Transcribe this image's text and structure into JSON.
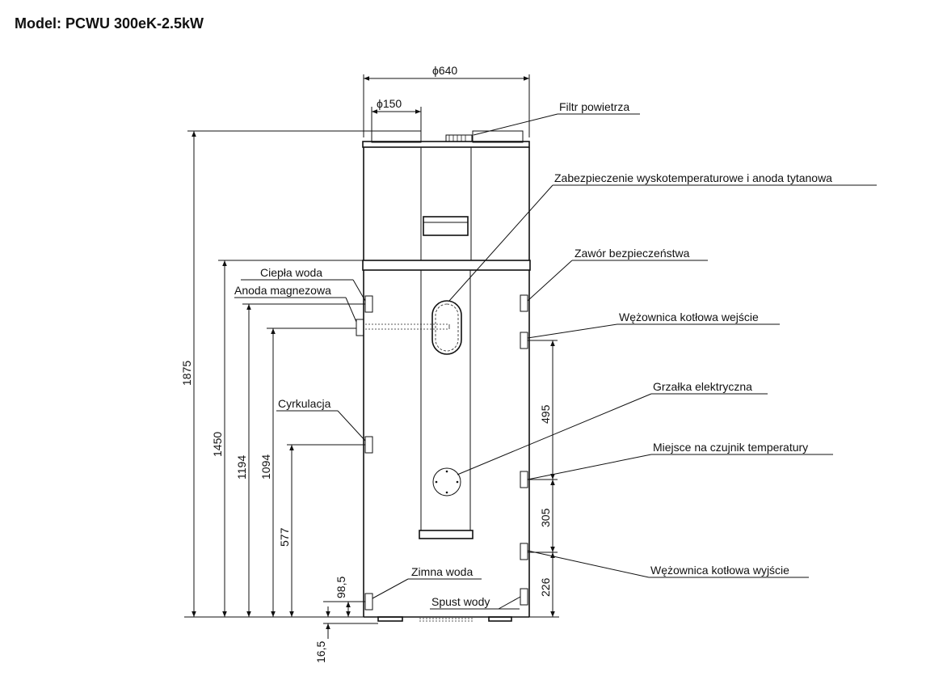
{
  "title": "Model: PCWU 300eK-2.5kW",
  "dimensions": {
    "d640": "ϕ640",
    "d150": "ϕ150",
    "h1875": "1875",
    "h1450": "1450",
    "h1194": "1194",
    "h1094": "1094",
    "h577": "577",
    "h98_5": "98,5",
    "h16_5": "16,5",
    "v495": "495",
    "v305": "305",
    "v226": "226"
  },
  "labels": {
    "air_filter": "Filtr powietrza",
    "high_temp_protection": "Zabezpieczenie wyskotemperaturowe i anoda tytanowa",
    "safety_valve": "Zawór bezpieczeństwa",
    "hot_water": "Ciepła woda",
    "magnesium_anode": "Anoda magnezowa",
    "coil_inlet": "Wężownica kotłowa wejście",
    "circulation": "Cyrkulacja",
    "electric_heater": "Grzałka elektryczna",
    "temp_sensor_place": "Miejsce na czujnik temperatury",
    "coil_outlet": "Wężownica kotłowa wyjście",
    "cold_water": "Zimna woda",
    "drain": "Spust wody"
  }
}
